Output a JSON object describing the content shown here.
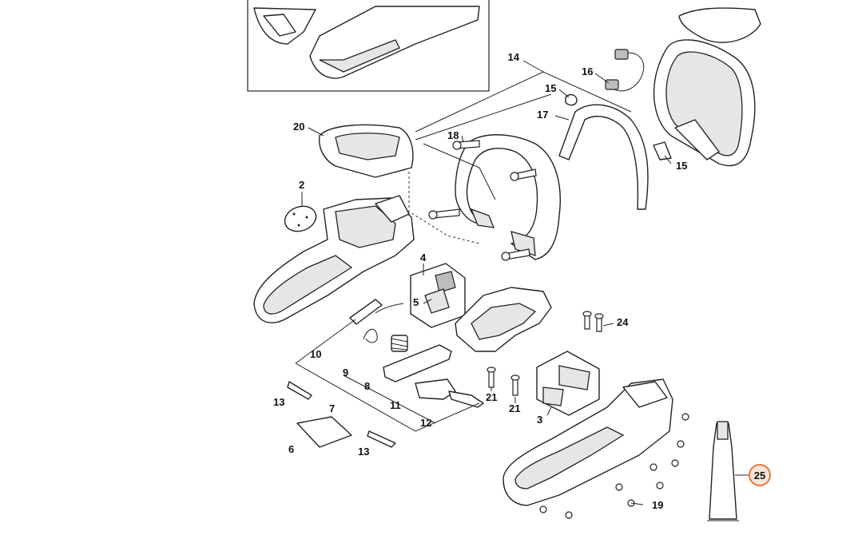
{
  "diagram": {
    "callouts": {
      "c2": "2",
      "c3": "3",
      "c4": "4",
      "c5": "5",
      "c6": "6",
      "c7": "7",
      "c8": "8",
      "c9": "9",
      "c10": "10",
      "c11": "11",
      "c12": "12",
      "c13a": "13",
      "c13b": "13",
      "c14": "14",
      "c15a": "15",
      "c15b": "15",
      "c16": "16",
      "c17": "17",
      "c18": "18",
      "c19": "19",
      "c20": "20",
      "c21a": "21",
      "c21b": "21",
      "c24": "24",
      "c25": "25"
    },
    "highlight_color": "#e07a3a"
  }
}
